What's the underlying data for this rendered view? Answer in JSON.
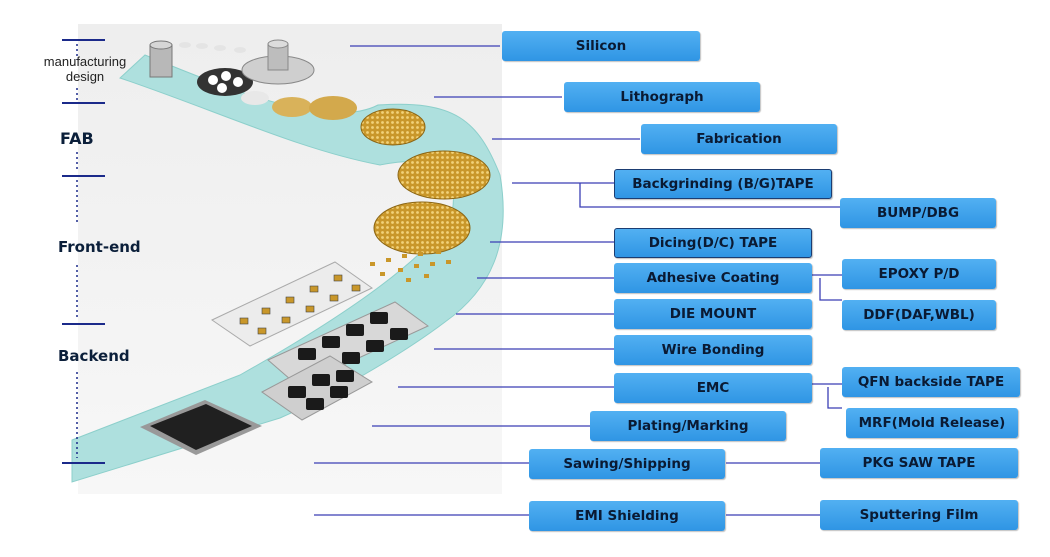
{
  "stages": {
    "manufacturing_design": "manufacturing\ndesign",
    "fab": "FAB",
    "front_end": "Front-end",
    "backend": "Backend"
  },
  "process_steps": [
    "Silicon",
    "Lithograph",
    "Fabrication",
    "Backgrinding (B/G)TAPE",
    "Dicing(D/C) TAPE",
    "Adhesive Coating",
    "DIE MOUNT",
    "Wire Bonding",
    "EMC",
    "Plating/Marking",
    "Sawing/Shipping",
    "EMI Shielding"
  ],
  "materials": [
    "BUMP/DBG",
    "EPOXY P/D",
    "DDF(DAF,WBL)",
    "QFN backside TAPE",
    "MRF(Mold Release)",
    "PKG SAW TAPE",
    "Sputtering Film"
  ],
  "colors": {
    "box_fill": "#3aa0ea",
    "belt": "#aee0de",
    "wafer": "#c9972a",
    "line": "#3b3fb5"
  }
}
